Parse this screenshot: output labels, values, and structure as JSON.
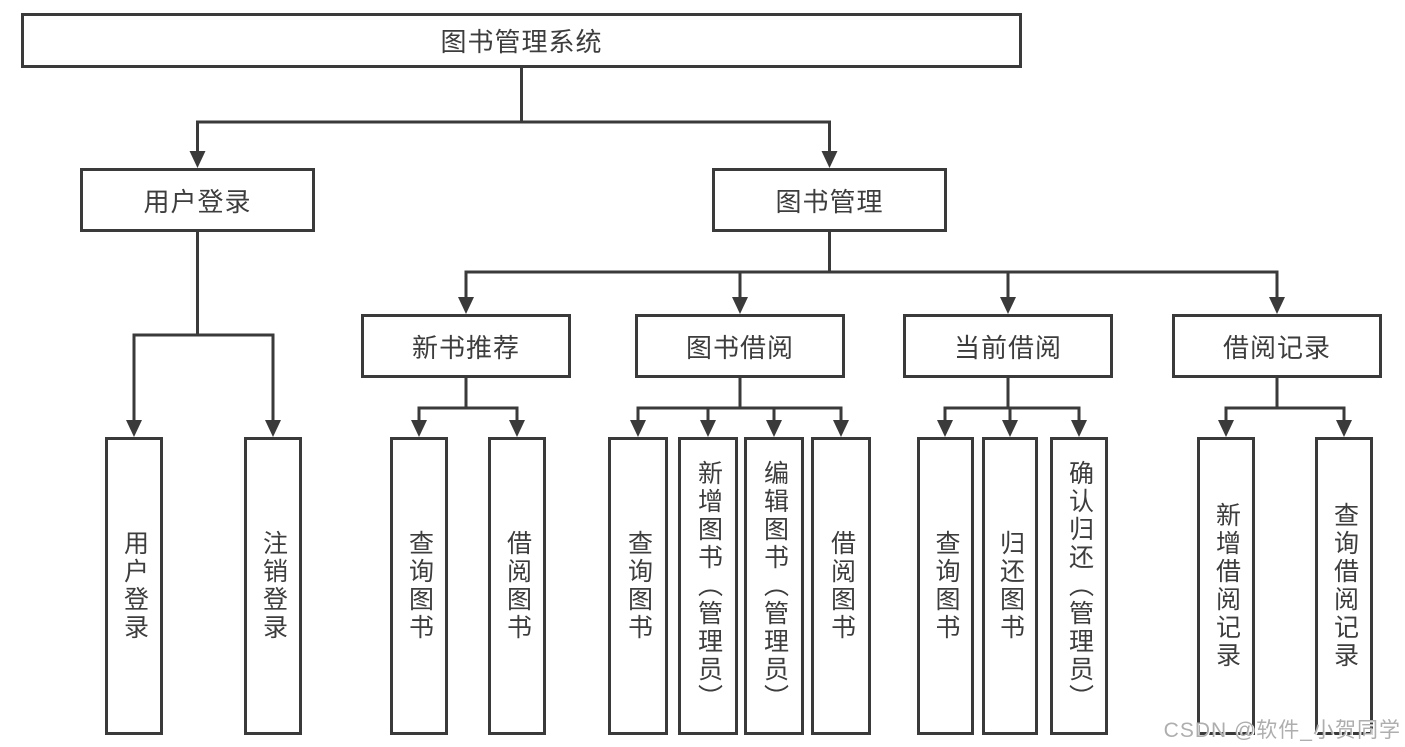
{
  "diagram": {
    "root": "图书管理系统",
    "level2": [
      {
        "label": "用户登录",
        "children": [
          "用户登录",
          "注销登录"
        ]
      },
      {
        "label": "图书管理",
        "children": [
          {
            "label": "新书推荐",
            "children": [
              "查询图书",
              "借阅图书"
            ]
          },
          {
            "label": "图书借阅",
            "children": [
              "查询图书",
              "新增图书（管理员）",
              "编辑图书（管理员）",
              "借阅图书"
            ]
          },
          {
            "label": "当前借阅",
            "children": [
              "查询图书",
              "归还图书",
              "确认归还（管理员）"
            ]
          },
          {
            "label": "借阅记录",
            "children": [
              "新增借阅记录",
              "查询借阅记录"
            ]
          }
        ]
      }
    ]
  },
  "watermark": "CSDN @软件_小贺同学",
  "colors": {
    "line": "#3a3a3a",
    "text": "#3d3d3d",
    "background": "#ffffff",
    "watermark": "#aeaeae"
  }
}
